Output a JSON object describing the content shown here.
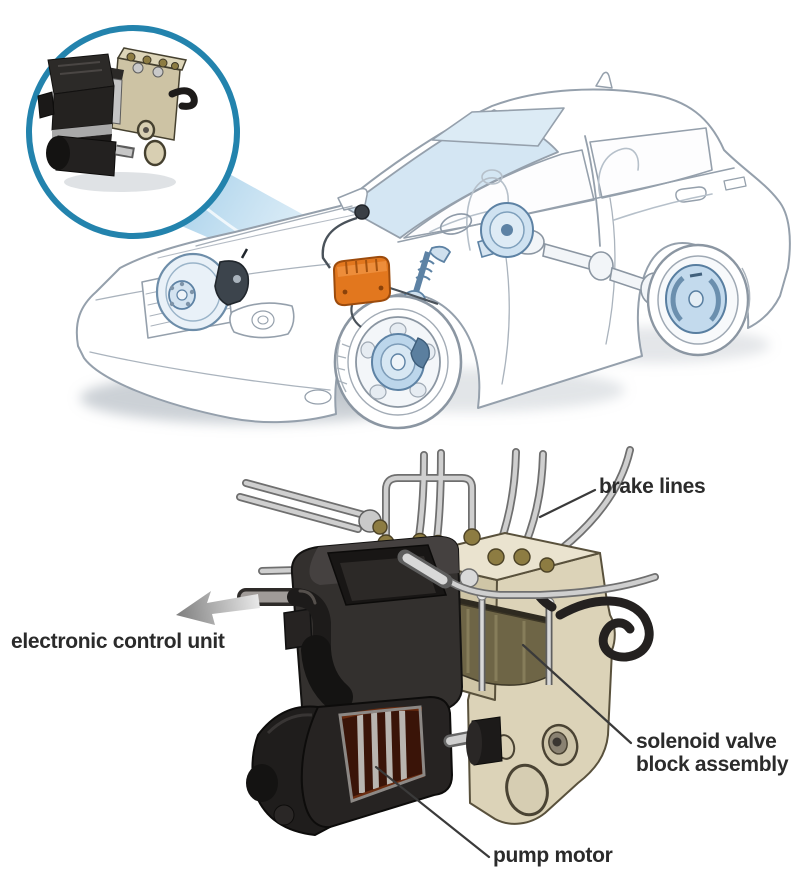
{
  "figure": {
    "type": "technical-illustration",
    "topic": "Anti-lock braking system (ABS) location and hydraulic unit detail",
    "overview": {
      "inset_icon": "abs-unit-thumbnail-icon",
      "inset_ring_color": "#2383ad",
      "beam_color": "#a6d0ea",
      "abs_highlight_color": "#e2771e",
      "brake_component_tint": "#c3daed",
      "car_outline_color": "#95a0ac"
    },
    "detail": {
      "labels": {
        "brake_lines": "brake lines",
        "electronic_control_unit": "electronic control unit",
        "solenoid_valve_line1": "solenoid valve",
        "solenoid_valve_line2": "block assembly",
        "pump_motor": "pump motor"
      },
      "arrow_icon": "left-arrow-icon",
      "label_text_color": "#2b2b2b",
      "leader_line_color": "#3a3a3a",
      "valve_block_color": "#d9d0b5",
      "solenoid_band_color": "#6e6546",
      "ecu_color": "#2f2c2b",
      "brake_tube_color": "#cfcfcf",
      "brass_fitting_color": "#8d7c42"
    }
  }
}
